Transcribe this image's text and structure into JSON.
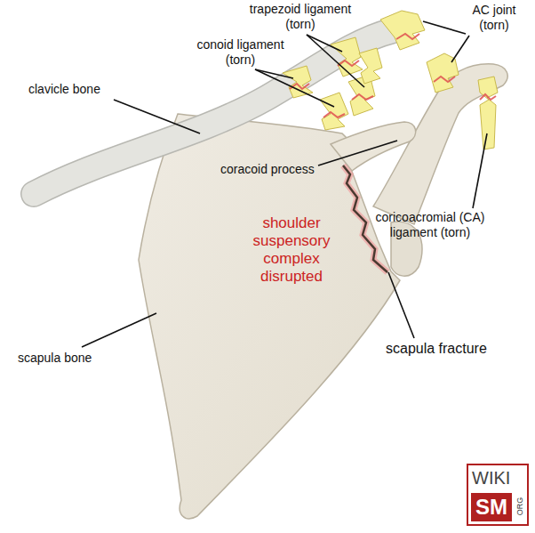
{
  "diagram": {
    "labels": [
      "trapezoid ligament (torn)",
      "conoid ligament (torn)",
      "AC joint (torn)",
      "clavicle bone",
      "coracoid process",
      "shoulder suspensory complex disrupted",
      "coricoacromial (CA) ligament (torn)",
      "scapula fracture",
      "scapula bone",
      "WIKI",
      "SM",
      "ORG"
    ]
  }
}
